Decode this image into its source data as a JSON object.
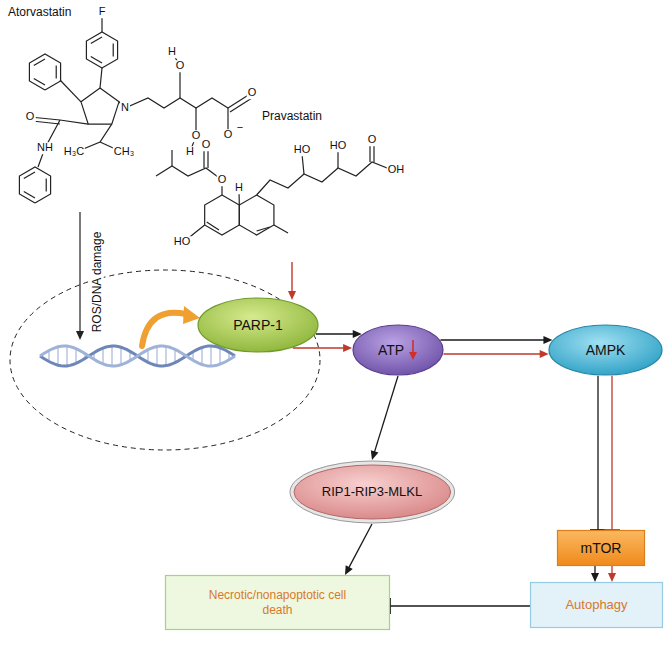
{
  "diagram": {
    "nodes": [
      {
        "text": [
          "PARP-1"
        ]
      },
      {
        "text": [
          "ATP"
        ]
      },
      {
        "text": [
          "AMPK"
        ]
      },
      {
        "text": [
          "RIP1-RIP3-MLKL"
        ]
      },
      {
        "text": [
          "mTOR"
        ]
      },
      {
        "text": [
          "Necrotic/nonapoptotic cell death"
        ]
      },
      {
        "text": [
          "Autophagy"
        ]
      }
    ],
    "edges": [
      {
        "from": 0,
        "to": 1,
        "arrow": "to"
      },
      {
        "from": 0,
        "to": 1,
        "arrow": "to"
      },
      {
        "from": 1,
        "to": 2,
        "arrow": "to"
      },
      {
        "from": 1,
        "to": 2,
        "arrow": "to"
      },
      {
        "from": 1,
        "to": 3,
        "arrow": "to"
      },
      {
        "from": 2,
        "to": 4,
        "arrow": "to"
      },
      {
        "from": 2,
        "to": 4,
        "arrow": "to"
      },
      {
        "from": 4,
        "to": 6,
        "arrow": "to"
      },
      {
        "from": 4,
        "to": 6,
        "arrow": "to"
      },
      {
        "from": 3,
        "to": 5,
        "arrow": "to"
      },
      {
        "from": 6,
        "to": 5,
        "arrow": "to"
      }
    ],
    "labels": [
      "Atorvastatin",
      "F",
      "N",
      "O",
      "NH",
      "H₃C",
      "CH₃",
      "H",
      "O",
      "O",
      "H",
      "O",
      "O",
      "−",
      "Pravastatin",
      "O",
      "OH",
      "HO",
      "HO",
      "H",
      "O",
      "O",
      "HO",
      "ROS/DNA damage"
    ]
  }
}
